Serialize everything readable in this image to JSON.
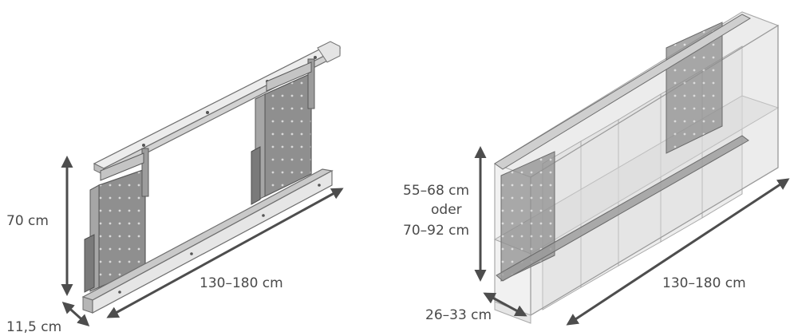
{
  "colors": {
    "arrow": "#4d4d4d",
    "text": "#4a4a4a",
    "metal_stroke": "#6e6e6e",
    "metal_fill": "#e9e9e9",
    "plate_fill": "#8f8f8f",
    "plate_light": "#b4b4b4",
    "glass_fill": "#dcdcdc",
    "glass_stroke": "#a9a9a9"
  },
  "left_figure": {
    "height_label": "70 cm",
    "width_label": "130–180 cm",
    "depth_label": "11,5 cm"
  },
  "right_figure": {
    "height_label_line1": "55–68 cm",
    "height_label_line2": "oder",
    "height_label_line3": "70–92 cm",
    "width_label": "130–180 cm",
    "depth_label": "26–33 cm"
  }
}
